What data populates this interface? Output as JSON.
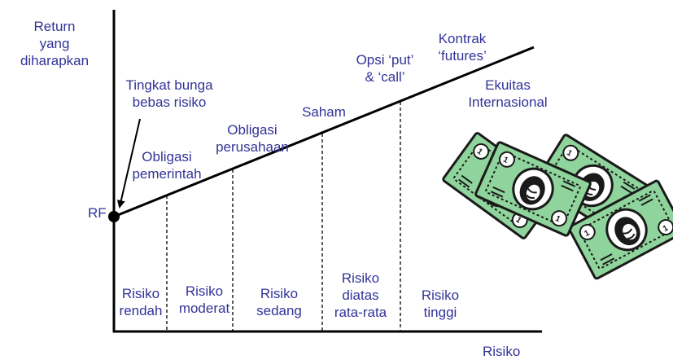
{
  "y_axis_label": [
    "Return",
    "yang",
    "diharapkan"
  ],
  "x_axis_label": "Risiko",
  "origin_label": "RF",
  "risk_free_note": [
    "Tingkat bunga",
    "bebas risiko"
  ],
  "instruments": [
    {
      "id": "obligasi-pemerintah",
      "lines": [
        "Obligasi",
        "pemerintah"
      ]
    },
    {
      "id": "obligasi-perusahaan",
      "lines": [
        "Obligasi",
        "perusahaan"
      ]
    },
    {
      "id": "saham",
      "lines": [
        "Saham"
      ]
    },
    {
      "id": "opsi",
      "lines": [
        "Opsi ‘put’",
        "& ‘call’"
      ]
    },
    {
      "id": "kontrak-futures",
      "lines": [
        "Kontrak",
        "‘futures’"
      ]
    },
    {
      "id": "ekuitas-internasional",
      "lines": [
        "Ekuitas",
        "Internasional"
      ]
    }
  ],
  "risk_levels": [
    {
      "id": "rendah",
      "lines": [
        "Risiko",
        "rendah"
      ]
    },
    {
      "id": "moderat",
      "lines": [
        "Risiko",
        "moderat"
      ]
    },
    {
      "id": "sedang",
      "lines": [
        "Risiko",
        "sedang"
      ]
    },
    {
      "id": "diatas-rata-rata",
      "lines": [
        "Risiko",
        "diatas",
        "rata-rata"
      ]
    },
    {
      "id": "tinggi",
      "lines": [
        "Risiko",
        "tinggi"
      ]
    }
  ],
  "illustration": {
    "icon": "money-bills-icon",
    "bill_color": "#7fc98f",
    "ink_color": "#1a1a1a"
  },
  "colors": {
    "text": "#333399",
    "lines": "#000000"
  }
}
